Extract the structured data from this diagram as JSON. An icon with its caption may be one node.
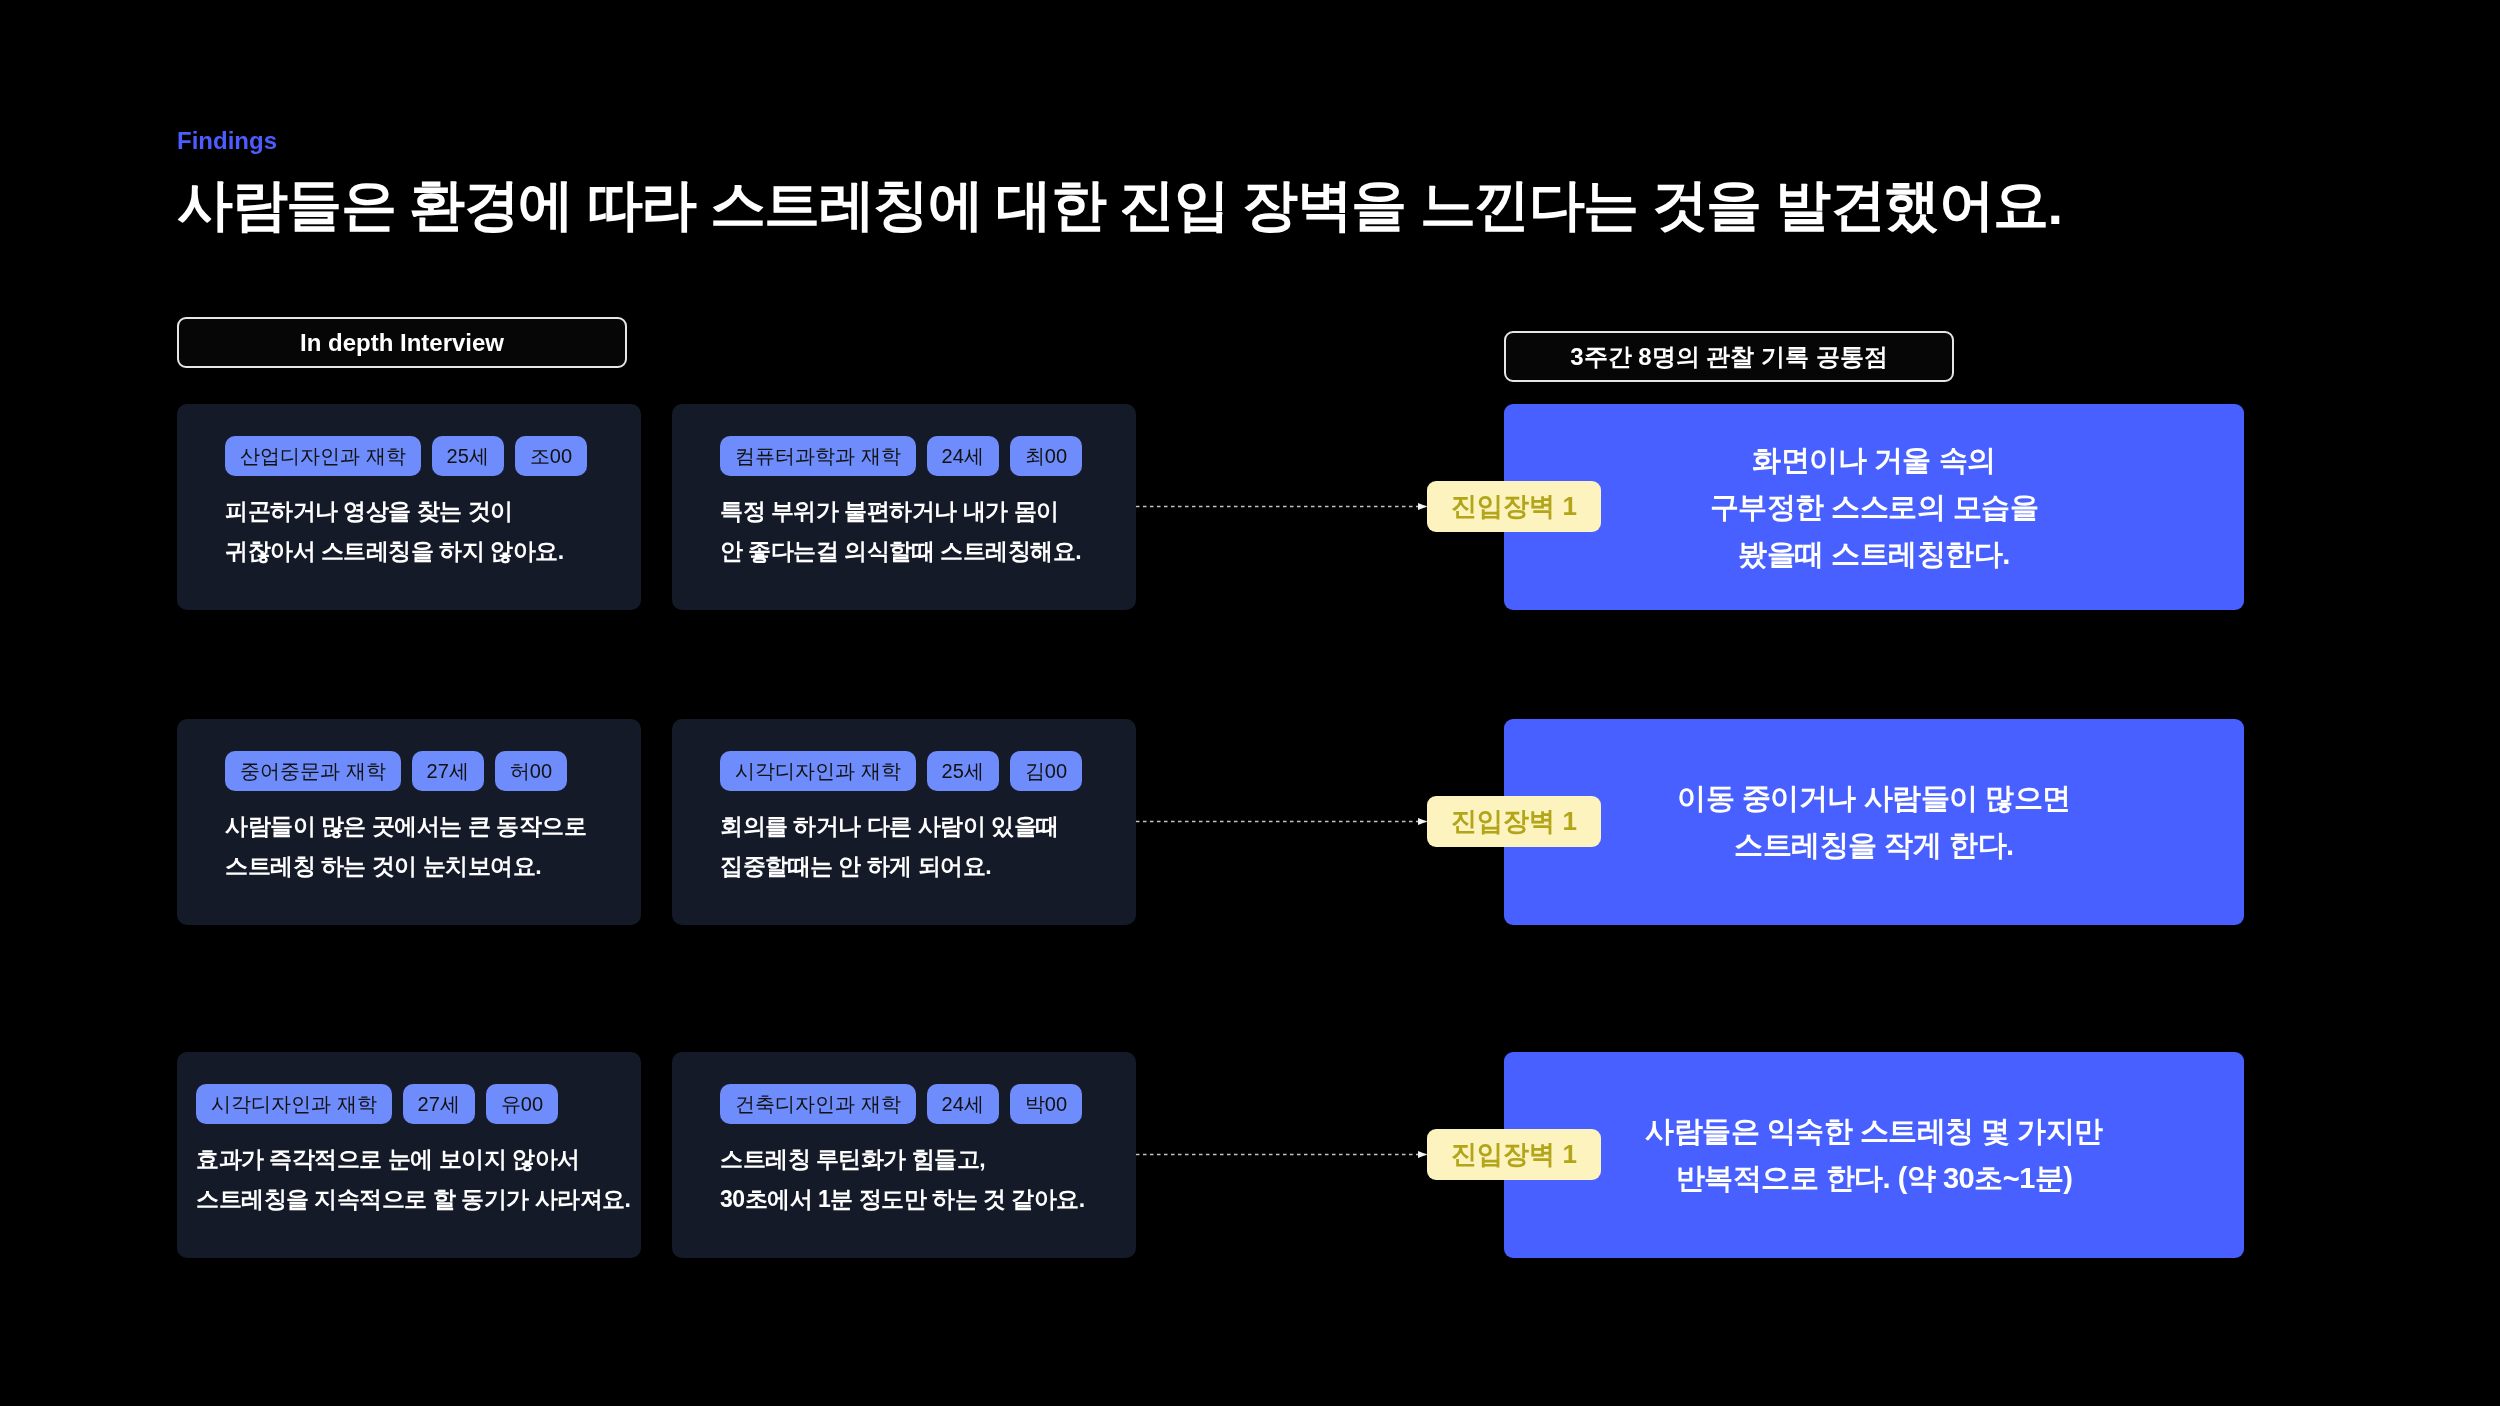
{
  "diagram": {
    "title": "사람들은 환경에 따라 스트레칭에 대한 진입 장벽을 느낀다는 것을 발견했어요.",
    "nodes": [
      {
        "text": [
          "In depth Interview"
        ]
      },
      {
        "text": [
          "3주간 8명의 관찰 기록 공통점"
        ]
      },
      {
        "text": [
          "피곤하거나 영상을 찾는 것이 귀찮아서 스트레칭을 하지 않아요."
        ]
      },
      {
        "text": [
          "산업디자인과 재학"
        ],
        "in": 2
      },
      {
        "text": [
          "25세"
        ],
        "in": 2
      },
      {
        "text": [
          "조00"
        ],
        "in": 2
      },
      {
        "text": [
          "특정 부위가 불편하거나 내가 몸이 안 좋다는걸 의식할때 스트레칭해요."
        ]
      },
      {
        "text": [
          "컴퓨터과학과 재학"
        ],
        "in": 6
      },
      {
        "text": [
          "24세"
        ],
        "in": 6
      },
      {
        "text": [
          "최00"
        ],
        "in": 6
      },
      {
        "text": [
          "진입장벽 1"
        ]
      },
      {
        "text": [
          "화면이나 거울 속의 구부정한 스스로의 모습을 봤을때 스트레칭한다."
        ]
      },
      {
        "text": [
          "사람들이 많은 곳에서는 큰 동작으로 스트레칭 하는 것이 눈치보여요."
        ]
      },
      {
        "text": [
          "중어중문과 재학"
        ],
        "in": 12
      },
      {
        "text": [
          "27세"
        ],
        "in": 12
      },
      {
        "text": [
          "허00"
        ],
        "in": 12
      },
      {
        "text": [
          "회의를 하거나 다른 사람이 있을때 집중할때는 안 하게 되어요."
        ]
      },
      {
        "text": [
          "시각디자인과 재학"
        ],
        "in": 16
      },
      {
        "text": [
          "25세"
        ],
        "in": 16
      },
      {
        "text": [
          "김00"
        ],
        "in": 16
      },
      {
        "text": [
          "진입장벽 1"
        ]
      },
      {
        "text": [
          "이동 중이거나 사람들이 많으면 스트레칭을 작게 한다."
        ]
      },
      {
        "text": [
          "효과가 즉각적으로 눈에 보이지 않아서 스트레칭을 지속적으로 할 동기가 사라져요."
        ]
      },
      {
        "text": [
          "시각디자인과 재학"
        ],
        "in": 22
      },
      {
        "text": [
          "27세"
        ],
        "in": 22
      },
      {
        "text": [
          "유00"
        ],
        "in": 22
      },
      {
        "text": [
          "스트레칭 루틴화가 힘들고, 30초에서 1분 정도만 하는 것 같아요."
        ]
      },
      {
        "text": [
          "건축디자인과 재학"
        ],
        "in": 26
      },
      {
        "text": [
          "24세"
        ],
        "in": 26
      },
      {
        "text": [
          "박00"
        ],
        "in": 26
      },
      {
        "text": [
          "진입장벽 1"
        ]
      },
      {
        "text": [
          "사람들은 익숙한 스트레칭 몇 가지만 반복적으로 한다. (약 30초~1분)"
        ]
      }
    ],
    "edges": [
      {
        "from": 6,
        "to": 10,
        "arrow": "to",
        "style": "dashed"
      },
      {
        "from": 16,
        "to": 20,
        "arrow": "to",
        "style": "dashed"
      },
      {
        "from": 26,
        "to": 30,
        "arrow": "to",
        "style": "dashed"
      }
    ],
    "labels": [
      "Findings"
    ]
  }
}
